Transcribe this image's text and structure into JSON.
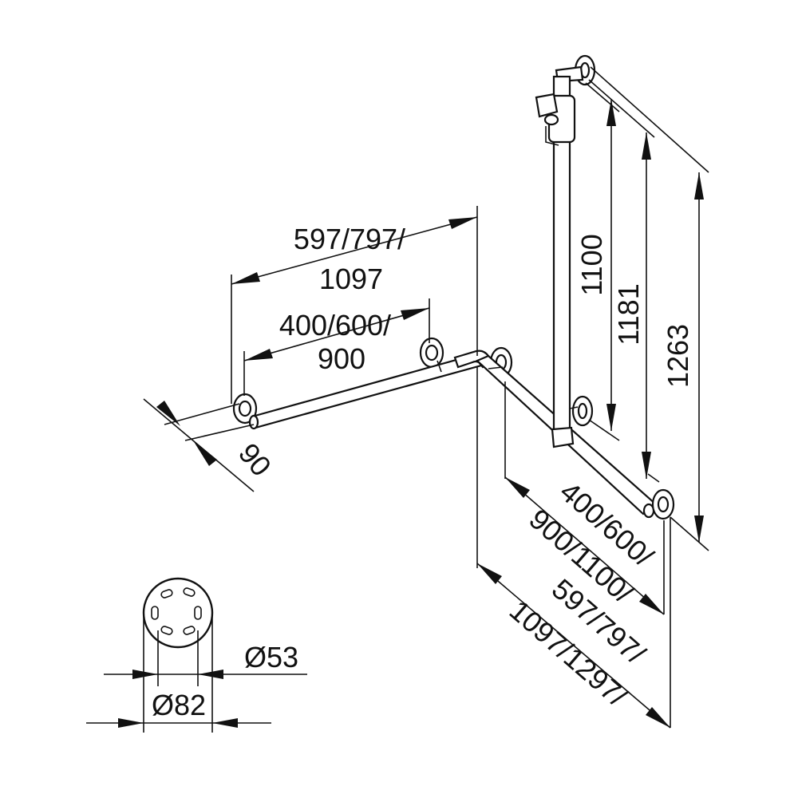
{
  "dimensions": {
    "horizontal_outer_line1": "597/797/",
    "horizontal_outer_line2": "1097",
    "horizontal_inner_line1": "400/600/",
    "horizontal_inner_line2": "900",
    "depth": "90",
    "vertical_1100": "1100",
    "vertical_1181": "1181",
    "vertical_1263": "1263",
    "diagonal_inner_line1": "400/600/",
    "diagonal_inner_line2": "900/1100/",
    "diagonal_outer_line1": "597/797/",
    "diagonal_outer_line2": "1097/1297/",
    "diameter_small": "Ø53",
    "diameter_large": "Ø82"
  },
  "colors": {
    "ink": "#111111",
    "paper": "#ffffff"
  }
}
